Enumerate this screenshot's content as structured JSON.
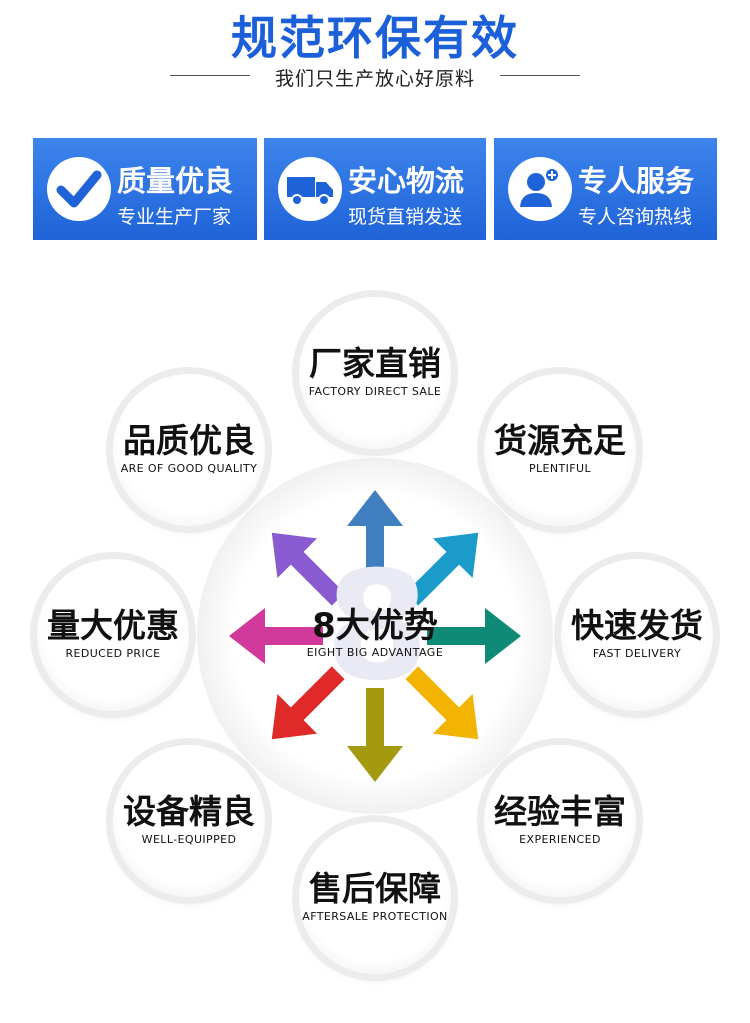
{
  "header": {
    "title": "规范环保有效",
    "subtitle": "我们只生产放心好原料"
  },
  "badges": [
    {
      "title": "质量优良",
      "subtitle": "专业生产厂家",
      "icon": "checkmark-icon"
    },
    {
      "title": "安心物流",
      "subtitle": "现货直销发送",
      "icon": "truck-icon"
    },
    {
      "title": "专人服务",
      "subtitle": "专人咨询热线",
      "icon": "person-service-icon"
    }
  ],
  "center": {
    "numeral": "8",
    "title": "8大优势",
    "subtitle": "EIGHT BIG ADVANTAGE"
  },
  "advantages": [
    {
      "zh": "厂家直销",
      "en": "FACTORY DIRECT SALE"
    },
    {
      "zh": "货源充足",
      "en": "PLENTIFUL"
    },
    {
      "zh": "快速发货",
      "en": "FAST DELIVERY"
    },
    {
      "zh": "经验丰富",
      "en": "EXPERIENCED"
    },
    {
      "zh": "售后保障",
      "en": "AFTERSALE PROTECTION"
    },
    {
      "zh": "设备精良",
      "en": "WELL-EQUIPPED"
    },
    {
      "zh": "量大优惠",
      "en": "REDUCED PRICE"
    },
    {
      "zh": "品质优良",
      "en": "ARE OF GOOD QUALITY"
    }
  ],
  "colors": {
    "brand_blue": "#1b5fd9",
    "arrow_up": "#3f7fc0",
    "arrow_up_right": "#1b9bc9",
    "arrow_right": "#0e8a76",
    "arrow_down_right": "#f2b400",
    "arrow_down": "#a39a10",
    "arrow_down_left": "#e02a2a",
    "arrow_left": "#d13a9a",
    "arrow_up_left": "#8a5bd0"
  }
}
